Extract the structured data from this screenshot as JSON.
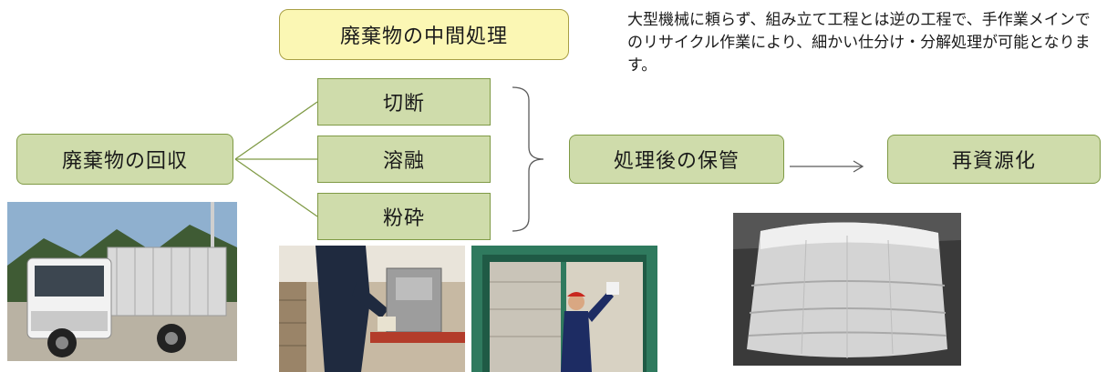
{
  "title": "廃棄物の中間処理",
  "description": "大型機械に頼らず、組み立て工程とは逆の工程で、手作業メインでのリサイクル作業により、細かい仕分け・分解処理が可能となります。",
  "flow": {
    "collection": "廃棄物の回収",
    "processes": [
      "切断",
      "溶融",
      "粉砕"
    ],
    "storage": "処理後の保管",
    "recycling": "再資源化"
  },
  "colors": {
    "box_fill": "#cfdcab",
    "box_border": "#7f9a45",
    "title_fill": "#fbf7b4"
  },
  "photos": [
    "truck-photo",
    "cutting-work-photo",
    "worker-photo",
    "recycled-blocks-photo"
  ]
}
